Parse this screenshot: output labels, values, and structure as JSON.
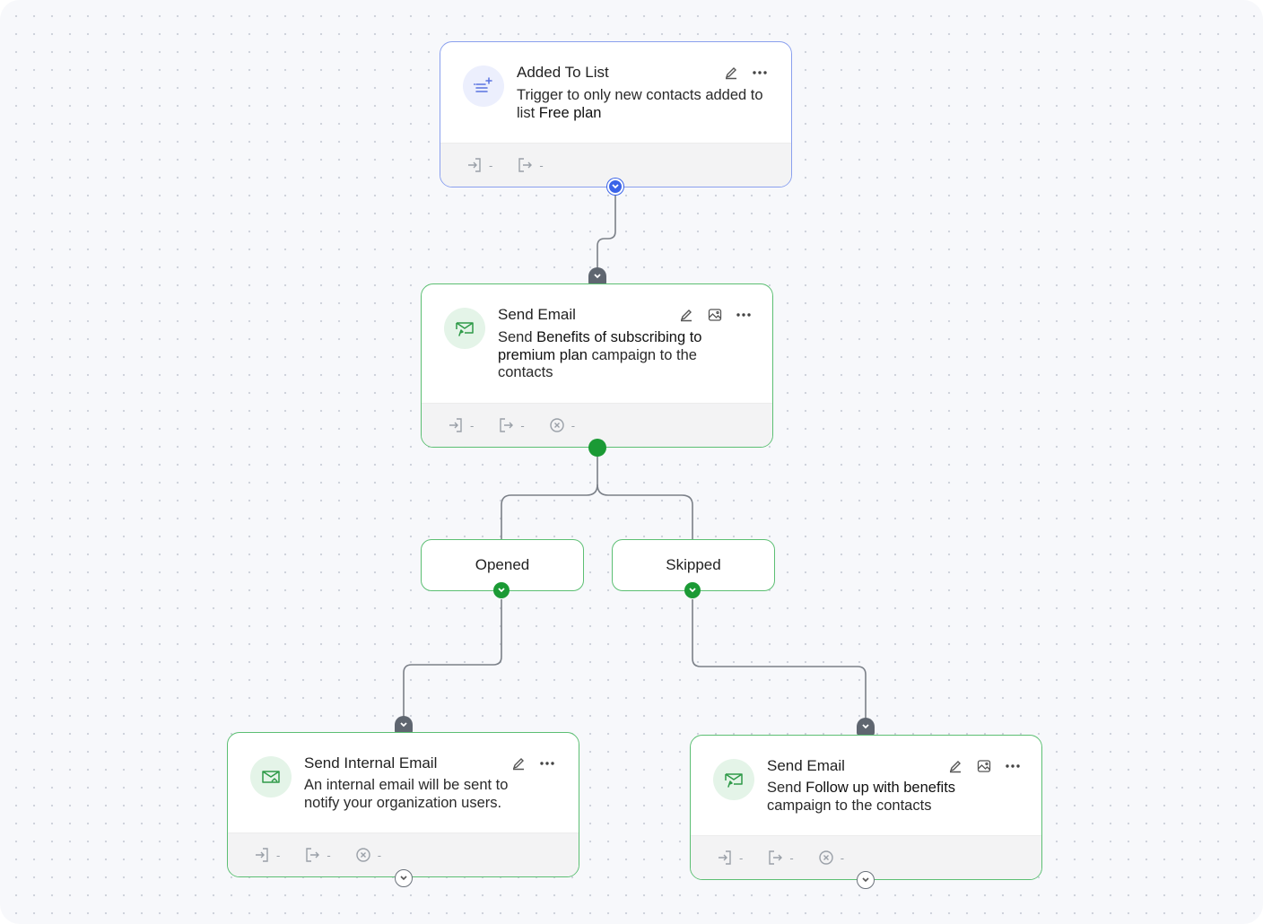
{
  "trigger": {
    "title": "Added To List",
    "desc_prefix": "Trigger to only new contacts added to list ",
    "desc_bold": "Free plan",
    "icon": "list-add-icon",
    "footer": [
      "-",
      "-"
    ]
  },
  "send_email_1": {
    "title": "Send Email",
    "desc_prefix": "Send ",
    "desc_bold": "Benefits of subscribing to premium plan",
    "desc_suffix": " campaign to the contacts",
    "icon": "email-send-icon",
    "footer": [
      "-",
      "-",
      "-"
    ]
  },
  "branches": {
    "opened": "Opened",
    "skipped": "Skipped"
  },
  "internal_email": {
    "title": "Send Internal Email",
    "desc": "An internal email will be sent to notify your organization users.",
    "icon": "internal-email-icon",
    "footer": [
      "-",
      "-",
      "-"
    ]
  },
  "send_email_2": {
    "title": "Send Email",
    "desc_prefix": "Send ",
    "desc_bold": "Follow up with benefits",
    "desc_suffix": " campaign to the contacts",
    "icon": "email-send-icon",
    "footer": [
      "-",
      "-",
      "-"
    ]
  },
  "colors": {
    "success": "#1b9a35",
    "trigger_accent": "#3a63e8",
    "card_border": "#5cbf73",
    "trigger_border": "#8aa0ee"
  }
}
